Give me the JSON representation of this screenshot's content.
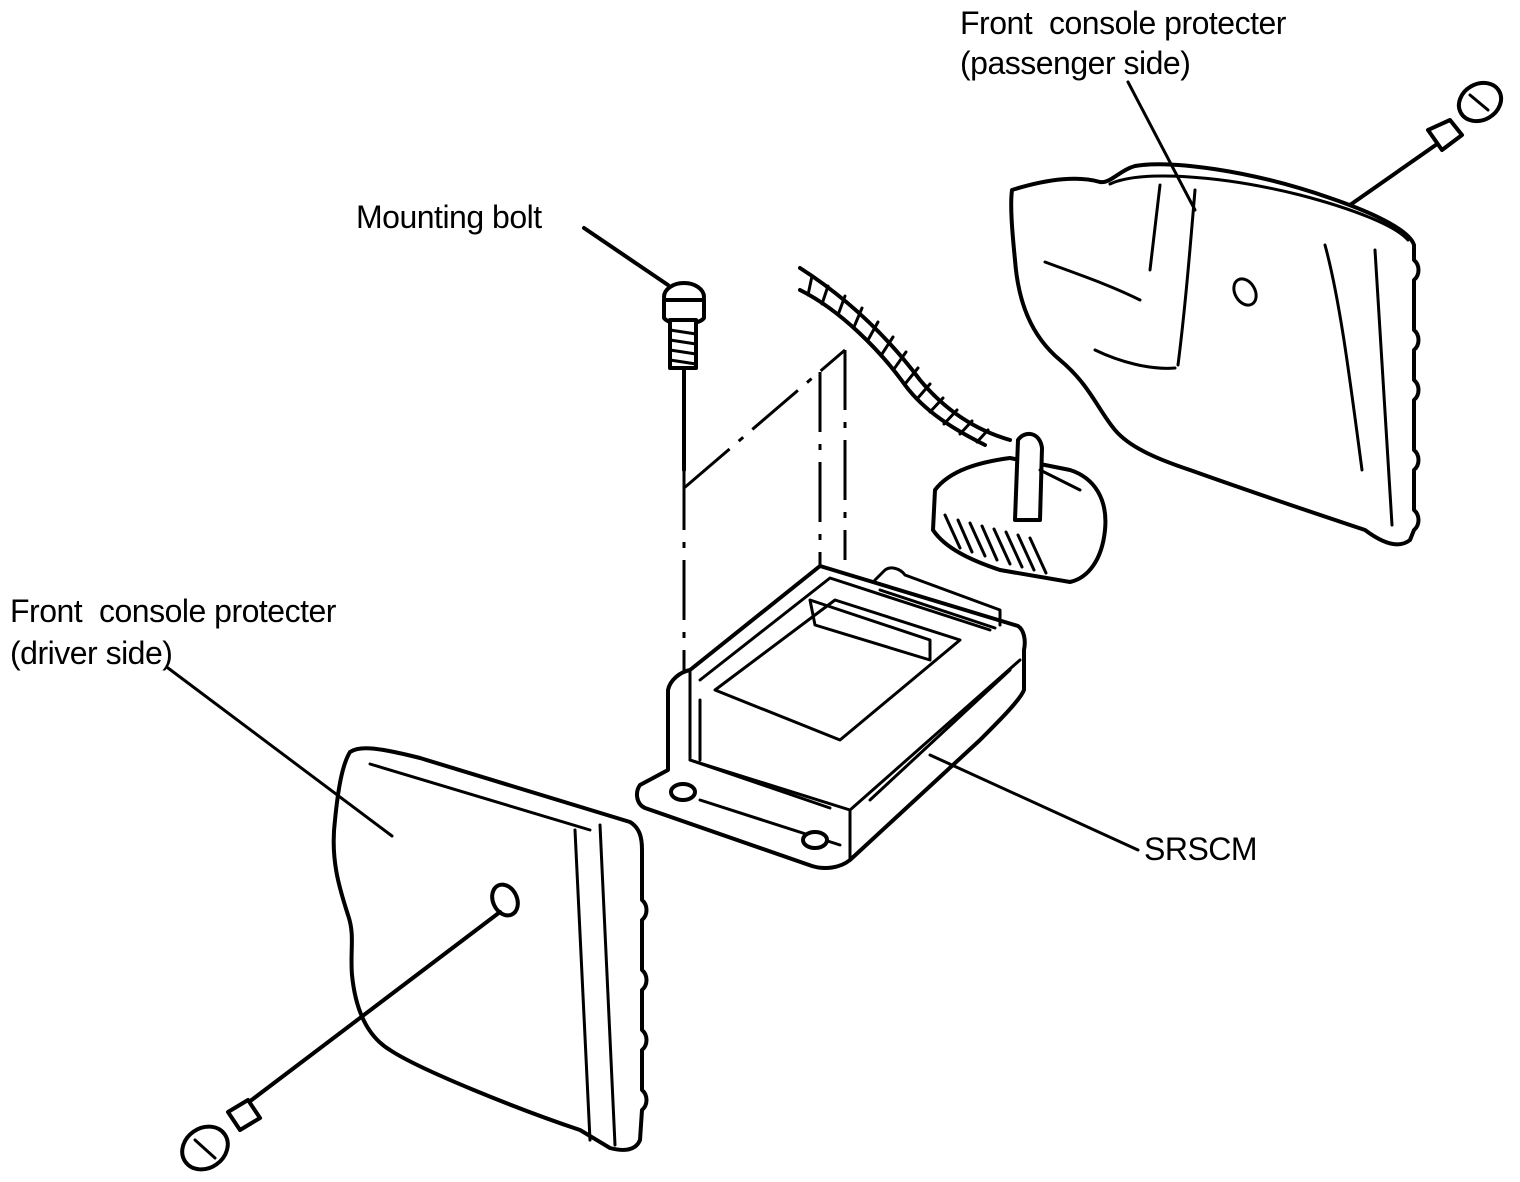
{
  "labels": {
    "passenger_line1": "Front  console protecter",
    "passenger_line2": "(passenger side)",
    "bolt": "Mounting bolt",
    "driver_line1": "Front  console protecter",
    "driver_line2": "(driver side)",
    "module": "SRSCM"
  }
}
